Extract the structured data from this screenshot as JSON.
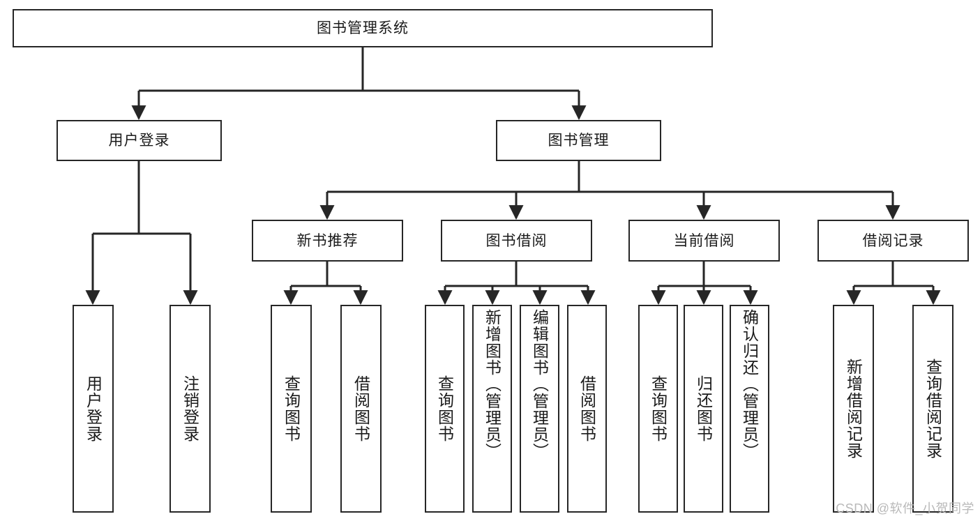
{
  "diagram": {
    "title": "图书管理系统",
    "type": "tree",
    "orientation": "top-down",
    "colors": {
      "box_border": "#262626",
      "box_fill": "#ffffff",
      "connector": "#262626",
      "text": "#1a1a1a",
      "watermark": "#b9b9b9"
    },
    "root": {
      "id": "root",
      "label": "图书管理系统"
    },
    "level2": [
      {
        "id": "user-login",
        "label": "用户登录"
      },
      {
        "id": "book-manage",
        "label": "图书管理"
      }
    ],
    "level3": [
      {
        "id": "new-book-rec",
        "label": "新书推荐",
        "parent": "book-manage"
      },
      {
        "id": "book-borrow",
        "label": "图书借阅",
        "parent": "book-manage"
      },
      {
        "id": "current-borrow",
        "label": "当前借阅",
        "parent": "book-manage"
      },
      {
        "id": "borrow-record",
        "label": "借阅记录",
        "parent": "book-manage"
      }
    ],
    "leaves": [
      {
        "id": "leaf-user-login",
        "label": "用户登录",
        "parent": "user-login"
      },
      {
        "id": "leaf-user-logout",
        "label": "注销登录",
        "parent": "user-login"
      },
      {
        "id": "leaf-rec-query",
        "label": "查询图书",
        "parent": "new-book-rec"
      },
      {
        "id": "leaf-rec-borrow",
        "label": "借阅图书",
        "parent": "new-book-rec"
      },
      {
        "id": "leaf-bb-query",
        "label": "查询图书",
        "parent": "book-borrow"
      },
      {
        "id": "leaf-bb-add",
        "label": "新增图书（管理员）",
        "parent": "book-borrow"
      },
      {
        "id": "leaf-bb-edit",
        "label": "编辑图书（管理员）",
        "parent": "book-borrow"
      },
      {
        "id": "leaf-bb-borrow",
        "label": "借阅图书",
        "parent": "book-borrow"
      },
      {
        "id": "leaf-cb-query",
        "label": "查询图书",
        "parent": "current-borrow"
      },
      {
        "id": "leaf-cb-return",
        "label": "归还图书",
        "parent": "current-borrow"
      },
      {
        "id": "leaf-cb-confirm",
        "label": "确认归还（管理员）",
        "parent": "current-borrow"
      },
      {
        "id": "leaf-br-add",
        "label": "新增借阅记录",
        "parent": "borrow-record"
      },
      {
        "id": "leaf-br-query",
        "label": "查询借阅记录",
        "parent": "borrow-record"
      }
    ]
  },
  "watermark": {
    "text": "CSDN @软件_小贺同学"
  }
}
